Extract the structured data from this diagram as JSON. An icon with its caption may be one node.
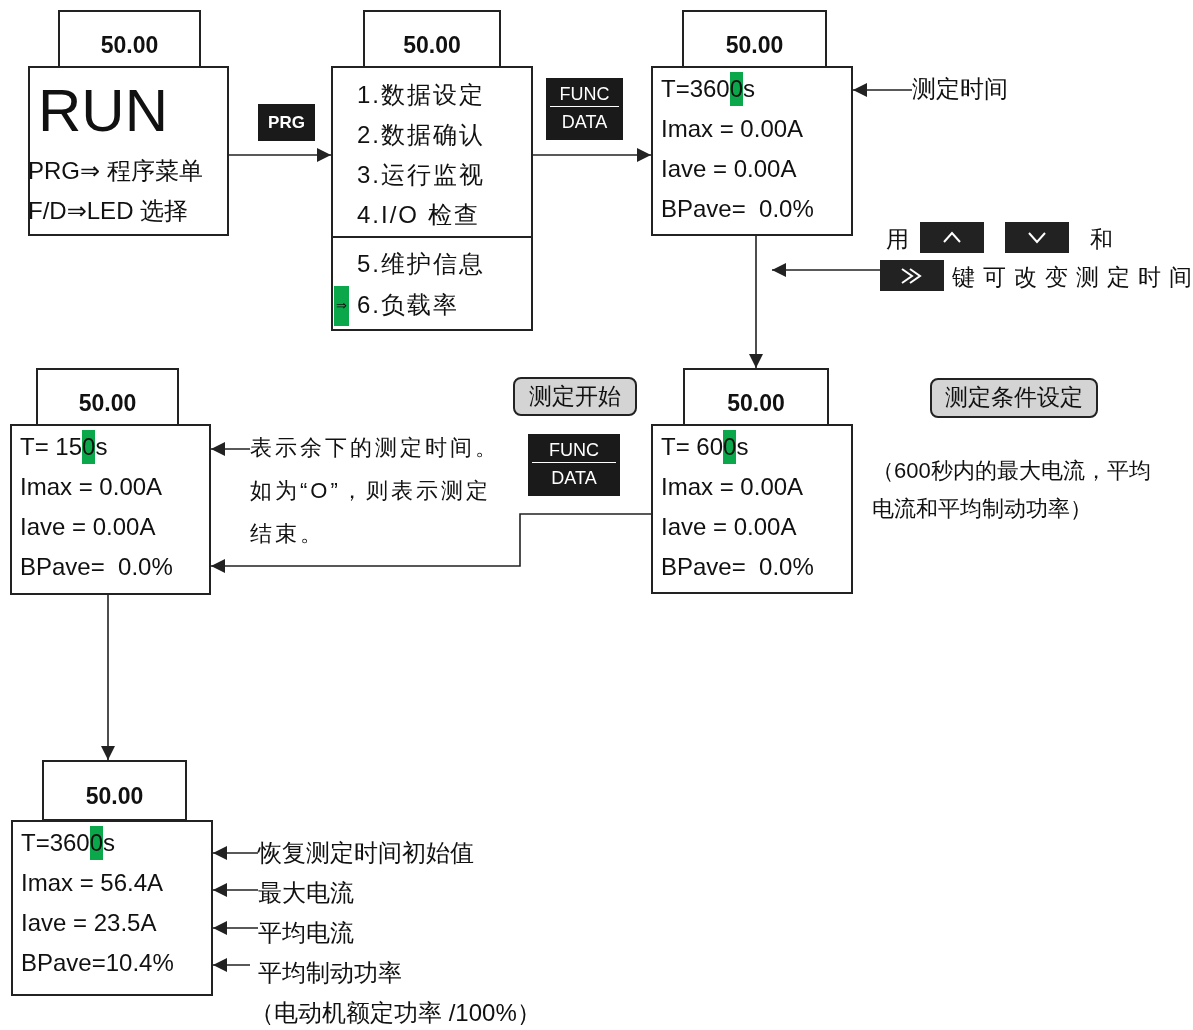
{
  "diagram": {
    "nodes": [
      {
        "text": [
          "50.00"
        ]
      },
      {
        "text": [
          "RUN",
          "PRG⇒ 程序菜单",
          "F/D⇒LED 选择"
        ]
      },
      {
        "text": [
          "50.00"
        ]
      },
      {
        "text": [
          "1.数据设定",
          "2.数据确认",
          "3.运行监视",
          "4.I/O 检查"
        ]
      },
      {
        "text": [
          "5.维护信息",
          "⇒",
          "6.负载率"
        ]
      },
      {
        "text": [
          "50.00"
        ]
      },
      {
        "text": [
          "T=3600s",
          "Imax = 0.00A",
          "Iave = 0.00A",
          "BPave=  0.0%"
        ]
      },
      {
        "text": [
          "测定时间"
        ]
      },
      {
        "text": [
          "50.00"
        ]
      },
      {
        "text": [
          "T= 600s",
          "Imax = 0.00A",
          "Iave = 0.00A",
          "BPave=  0.0%"
        ]
      },
      {
        "text": [
          "50.00"
        ]
      },
      {
        "text": [
          "T= 150s",
          "Imax = 0.00A",
          "Iave = 0.00A",
          "BPave=  0.0%"
        ]
      },
      {
        "text": [
          "表示余下的测定时间。如为“O”，则表示测定结束。"
        ]
      },
      {
        "text": [
          "50.00"
        ]
      },
      {
        "text": [
          "T=3600s",
          "Imax = 56.4A",
          "Iave = 23.5A",
          "BPave=10.4%"
        ]
      },
      {
        "text": [
          "恢复测定时间初始值"
        ]
      },
      {
        "text": [
          "最大电流"
        ]
      },
      {
        "text": [
          "平均电流"
        ]
      },
      {
        "text": [
          "平均制动功率",
          "（电动机额定功率 /100%）"
        ]
      },
      {
        "text": [
          "用",
          "和",
          "键可改变测定时间"
        ]
      }
    ],
    "edges": [
      {
        "from": 1,
        "to": 3,
        "arrow": "to"
      },
      {
        "from": 3,
        "to": 6,
        "arrow": "to"
      },
      {
        "from": 6,
        "to": 8,
        "arrow": "to"
      },
      {
        "from": 9,
        "to": 11,
        "arrow": "to"
      },
      {
        "from": 11,
        "to": 13,
        "arrow": "to"
      },
      {
        "from": 7,
        "to": 6,
        "arrow": "to"
      },
      {
        "from": 12,
        "to": 11,
        "arrow": "to"
      },
      {
        "from": 15,
        "to": 14,
        "arrow": "to"
      },
      {
        "from": 16,
        "to": 14,
        "arrow": "to"
      },
      {
        "from": 17,
        "to": 14,
        "arrow": "to"
      },
      {
        "from": 18,
        "to": 14,
        "arrow": "to"
      },
      {
        "from": 19,
        "to": null,
        "arrow": "to"
      }
    ],
    "labels": [
      "PRG",
      "FUNC",
      "DATA",
      "测定开始",
      "FUNC",
      "DATA",
      "测定条件设定",
      "（600秒内的最大电流，平均电流和平均制动功率）"
    ]
  }
}
